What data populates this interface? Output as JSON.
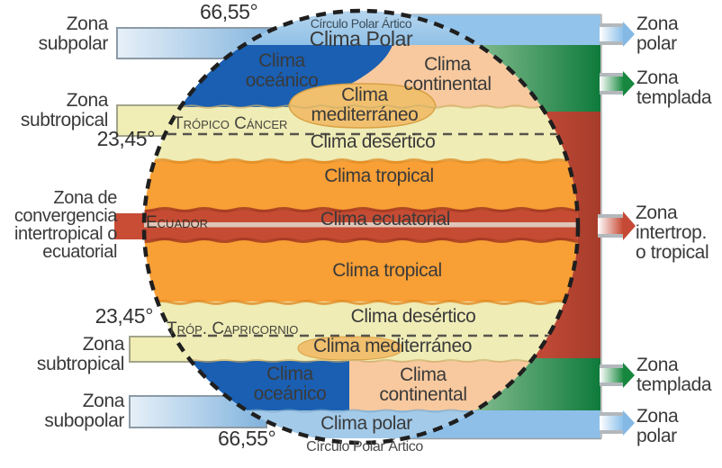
{
  "degrees": {
    "top_left": "66,55°",
    "cancer": "23,45°",
    "capricornio": "23,45°",
    "bottom_left": "66,55°"
  },
  "left_labels": {
    "subpolar": [
      "Zona",
      "subpolar"
    ],
    "subtropical_top": [
      "Zona",
      "subtropical"
    ],
    "convergencia": [
      "Zona de",
      "convergencia",
      "intertropical o",
      "ecuatorial"
    ],
    "subtropical_bottom": [
      "Zona",
      "subtropical"
    ],
    "subopolar": [
      "Zona",
      "subopolar"
    ]
  },
  "right_labels": {
    "polar_top": [
      "Zona",
      "polar"
    ],
    "templada_top": [
      "Zona",
      "templada"
    ],
    "intertropical": [
      "Zona",
      "intertrop.",
      "o tropical"
    ],
    "templada_bottom": [
      "Zona",
      "templada"
    ],
    "polar_bottom": [
      "Zona",
      "polar"
    ]
  },
  "globe_labels": {
    "circulo_polar_top": "Círculo Polar Ártico",
    "clima_polar_top": "Clima Polar",
    "oceanico_top": [
      "Clima",
      "oceánico"
    ],
    "continental_top": [
      "Clima",
      "continental"
    ],
    "mediterraneo_top": [
      "Clima",
      "mediterráneo"
    ],
    "tropico_cancer": "Trópico Cáncer",
    "desertico_top": "Clima desértico",
    "tropical_top": "Clima tropical",
    "ecuador": "Ecuador",
    "ecuatorial": "Clima ecuatorial",
    "tropical_bottom": "Clima tropical",
    "desertico_bottom": "Clima desértico",
    "trop_capricornio": "Tróp. Capricornio",
    "mediterraneo_bottom": "Clima mediterráneo",
    "oceanico_bottom": [
      "Clima",
      "oceánico"
    ],
    "continental_bottom": [
      "Clima",
      "continental"
    ],
    "clima_polar_bottom": "Clima polar",
    "circulo_polar_bottom": "Círculo Polar Ártico"
  },
  "colors": {
    "polar_band": "#9cc7e9",
    "oceanic_blue": "#1a5fb2",
    "continental_peach": "#f8c99e",
    "desert_yellow": "#efecb6",
    "mediterranean_tan": "#f1c06e",
    "tropical_orange": "#f89f35",
    "equatorial_red": "#c54b33",
    "temperate_green": "#0d7a3a",
    "column_red": "#c04936",
    "arrow_blue": "#85b9e5",
    "arrow_green": "#17873f",
    "arrow_red": "#c64936"
  }
}
